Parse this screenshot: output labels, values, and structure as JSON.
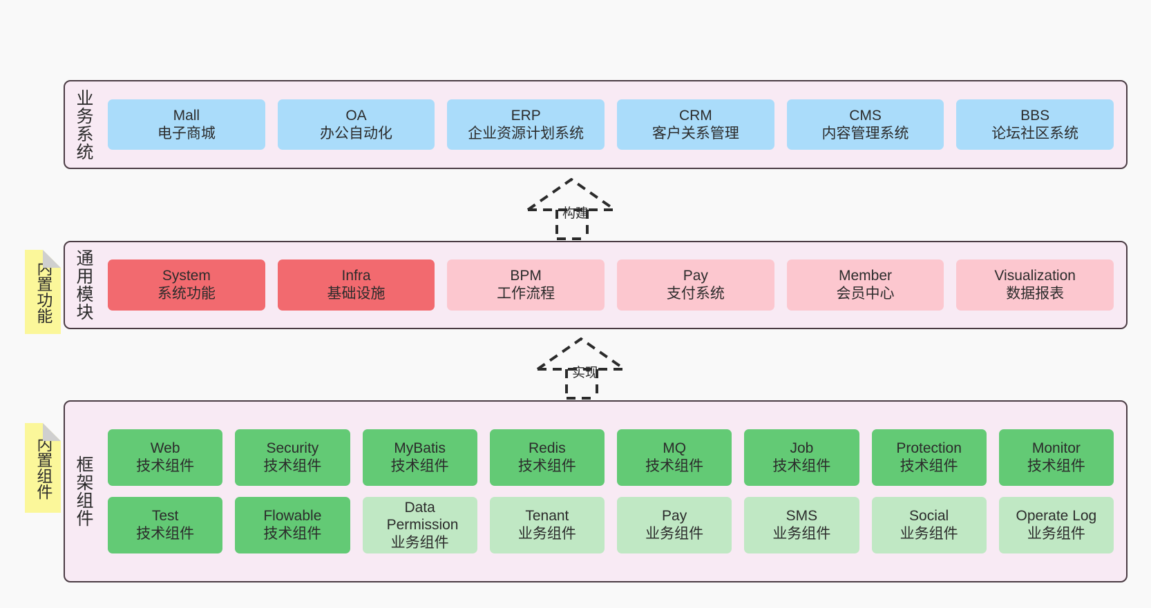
{
  "diagram": {
    "background_color": "#f9f9f9",
    "panel_fill": "#f8eaf4",
    "panel_border": "#4a3b43",
    "sticky_color": "#fbf79a"
  },
  "layers": [
    {
      "id": "business-system",
      "title": "业务系统",
      "sticky": null,
      "rows": [
        {
          "cells": [
            {
              "en": "Mall",
              "cn": "电子商城",
              "color": "#aadcfa",
              "tone": "c-blue"
            },
            {
              "en": "OA",
              "cn": "办公自动化",
              "color": "#aadcfa",
              "tone": "c-blue"
            },
            {
              "en": "ERP",
              "cn": "企业资源计划系统",
              "color": "#aadcfa",
              "tone": "c-blue"
            },
            {
              "en": "CRM",
              "cn": "客户关系管理",
              "color": "#aadcfa",
              "tone": "c-blue"
            },
            {
              "en": "CMS",
              "cn": "内容管理系统",
              "color": "#aadcfa",
              "tone": "c-blue"
            },
            {
              "en": "BBS",
              "cn": "论坛社区系统",
              "color": "#aadcfa",
              "tone": "c-blue"
            }
          ]
        }
      ]
    },
    {
      "id": "common-module",
      "title": "通用模块",
      "sticky": "内置功能",
      "rows": [
        {
          "cells": [
            {
              "en": "System",
              "cn": "系统功能",
              "color": "#f26a6f",
              "tone": "c-red-strong"
            },
            {
              "en": "Infra",
              "cn": "基础设施",
              "color": "#f26a6f",
              "tone": "c-red-strong"
            },
            {
              "en": "BPM",
              "cn": "工作流程",
              "color": "#fcc7cf",
              "tone": "c-red-light"
            },
            {
              "en": "Pay",
              "cn": "支付系统",
              "color": "#fcc7cf",
              "tone": "c-red-light"
            },
            {
              "en": "Member",
              "cn": "会员中心",
              "color": "#fcc7cf",
              "tone": "c-red-light"
            },
            {
              "en": "Visualization",
              "cn": "数据报表",
              "color": "#fcc7cf",
              "tone": "c-red-light"
            }
          ]
        }
      ]
    },
    {
      "id": "framework-component",
      "title": "框架组件",
      "sticky": "内置组件",
      "rows": [
        {
          "cells": [
            {
              "en": "Web",
              "cn": "技术组件",
              "color": "#63ca75",
              "tone": "c-green-strong"
            },
            {
              "en": "Security",
              "cn": "技术组件",
              "color": "#63ca75",
              "tone": "c-green-strong"
            },
            {
              "en": "MyBatis",
              "cn": "技术组件",
              "color": "#63ca75",
              "tone": "c-green-strong"
            },
            {
              "en": "Redis",
              "cn": "技术组件",
              "color": "#63ca75",
              "tone": "c-green-strong"
            },
            {
              "en": "MQ",
              "cn": "技术组件",
              "color": "#63ca75",
              "tone": "c-green-strong"
            },
            {
              "en": "Job",
              "cn": "技术组件",
              "color": "#63ca75",
              "tone": "c-green-strong"
            },
            {
              "en": "Protection",
              "cn": "技术组件",
              "color": "#63ca75",
              "tone": "c-green-strong"
            },
            {
              "en": "Monitor",
              "cn": "技术组件",
              "color": "#63ca75",
              "tone": "c-green-strong"
            }
          ]
        },
        {
          "cells": [
            {
              "en": "Test",
              "cn": "技术组件",
              "color": "#63ca75",
              "tone": "c-green-strong"
            },
            {
              "en": "Flowable",
              "cn": "技术组件",
              "color": "#63ca75",
              "tone": "c-green-strong"
            },
            {
              "en": "Data Permission",
              "cn": "业务组件",
              "color": "#c0e8c4",
              "tone": "c-green-light"
            },
            {
              "en": "Tenant",
              "cn": "业务组件",
              "color": "#c0e8c4",
              "tone": "c-green-light"
            },
            {
              "en": "Pay",
              "cn": "业务组件",
              "color": "#c0e8c4",
              "tone": "c-green-light"
            },
            {
              "en": "SMS",
              "cn": "业务组件",
              "color": "#c0e8c4",
              "tone": "c-green-light"
            },
            {
              "en": "Social",
              "cn": "业务组件",
              "color": "#c0e8c4",
              "tone": "c-green-light"
            },
            {
              "en": "Operate Log",
              "cn": "业务组件",
              "color": "#c0e8c4",
              "tone": "c-green-light"
            }
          ]
        }
      ]
    }
  ],
  "connectors": [
    {
      "id": "build",
      "label": "构建"
    },
    {
      "id": "implement",
      "label": "实现"
    }
  ]
}
